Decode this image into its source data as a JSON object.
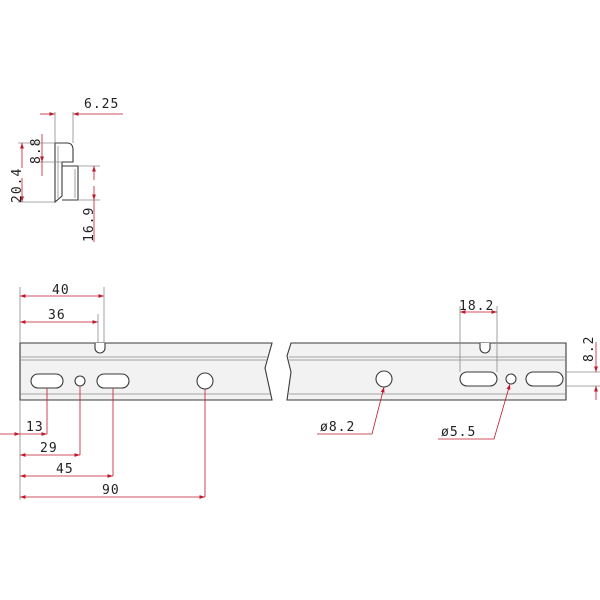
{
  "colors": {
    "dimension": "#c0182a",
    "outline": "#3a3a3a",
    "rail_fill": "#f2f2f2",
    "text": "#222222"
  },
  "profile": {
    "dims": {
      "lip_width": "6.25",
      "lip_height": "8.8",
      "total_height": "20.4",
      "inner_height": "16.9"
    }
  },
  "rail_left": {
    "dims": {
      "d40": "40",
      "d36": "36",
      "d13": "13",
      "d29": "29",
      "d45": "45",
      "d90": "90"
    }
  },
  "rail_right": {
    "dims": {
      "slot_length": "18.2",
      "slot_offset": "8.2",
      "hole_large": "ø8.2",
      "hole_small": "ø5.5"
    }
  }
}
